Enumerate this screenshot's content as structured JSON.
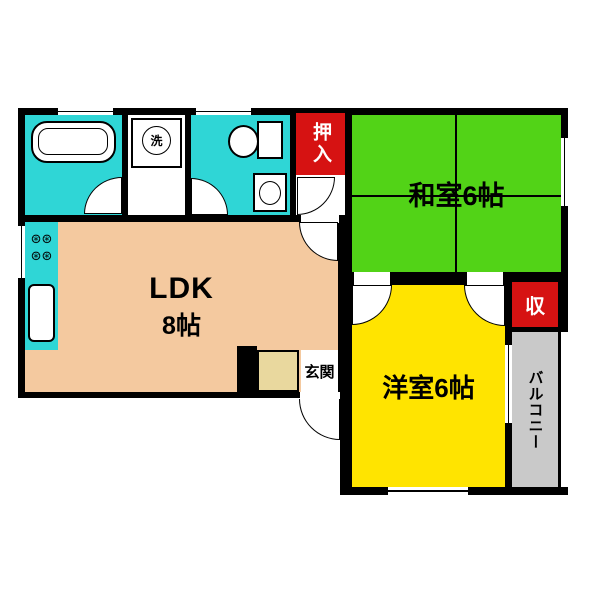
{
  "plan": {
    "rooms": {
      "washitsu": {
        "label": "和室6帖",
        "color": "#52d317"
      },
      "yoshitsu": {
        "label": "洋室6帖",
        "color": "#ffe400"
      },
      "ldk": {
        "name": "LDK",
        "size": "8帖",
        "color": "#f4c99f"
      },
      "oshiire": {
        "label": "押入",
        "color": "#d61212",
        "text_color": "#ffffff"
      },
      "shuno": {
        "label": "収",
        "color": "#d61212",
        "text_color": "#ffffff"
      },
      "genkan": {
        "label": "玄関",
        "color": "#e9d89e"
      },
      "balcony": {
        "label": "バルコニー",
        "color": "#c9c9c9"
      },
      "laundry": {
        "label": "洗"
      }
    },
    "fixtures": {
      "burner_icons": "⊛⊛",
      "bath_color": "#2fd6d6",
      "wall_color": "#000000"
    }
  }
}
